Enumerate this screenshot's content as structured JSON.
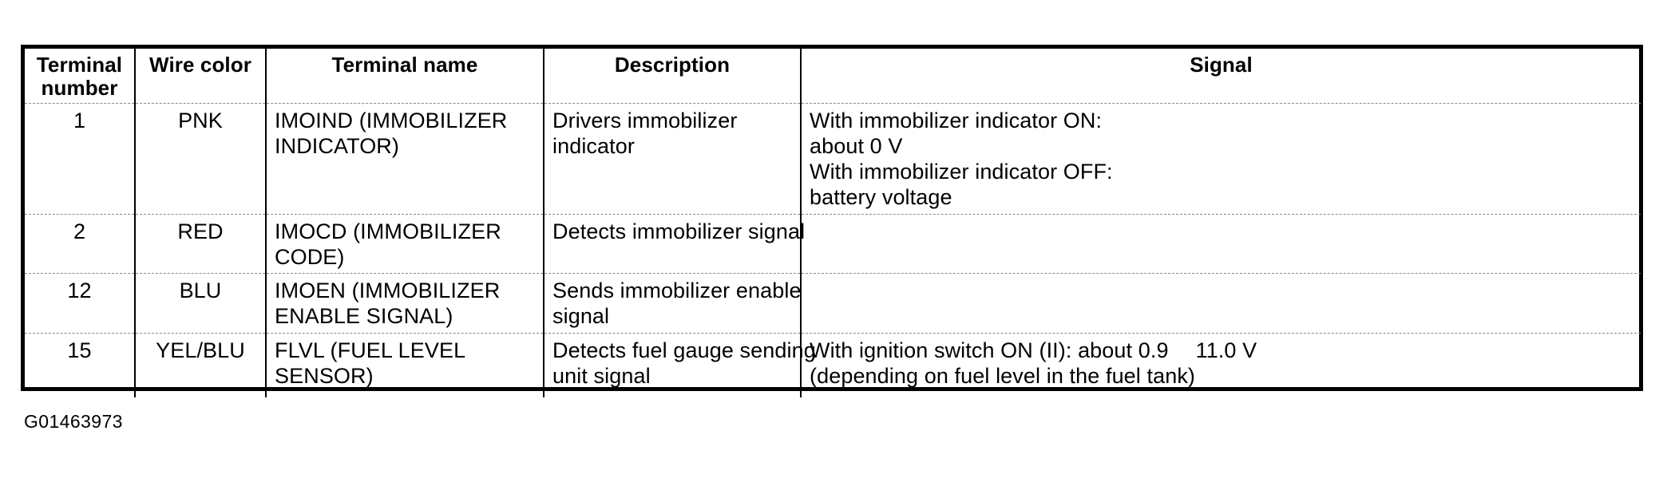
{
  "table": {
    "columns": [
      {
        "key": "terminal_number",
        "label": "Terminal\nnumber",
        "label_line1": "Terminal",
        "label_line2": "number"
      },
      {
        "key": "wire_color",
        "label": "Wire color"
      },
      {
        "key": "terminal_name",
        "label": "Terminal name"
      },
      {
        "key": "description",
        "label": "Description"
      },
      {
        "key": "signal",
        "label": "Signal"
      }
    ],
    "headers": {
      "terminal_number_l1": "Terminal",
      "terminal_number_l2": "number",
      "wire_color": "Wire color",
      "terminal_name": "Terminal name",
      "description": "Description",
      "signal": "Signal"
    },
    "rows": [
      {
        "terminal_number": "1",
        "wire_color": "PNK",
        "terminal_name_l1": "IMOIND (IMMOBILIZER",
        "terminal_name_l2": "INDICATOR)",
        "description_l1": "Drivers immobilizer",
        "description_l2": "indicator",
        "signal_l1": "With immobilizer indicator ON:",
        "signal_l2": "about 0 V",
        "signal_l3": "With immobilizer indicator OFF:",
        "signal_l4": "battery voltage"
      },
      {
        "terminal_number": "2",
        "wire_color": "RED",
        "terminal_name_l1": "IMOCD (IMMOBILIZER",
        "terminal_name_l2": "CODE)",
        "description_l1": "Detects immobilizer signal",
        "description_l2": "",
        "signal_l1": "",
        "signal_l2": "",
        "signal_l3": "",
        "signal_l4": ""
      },
      {
        "terminal_number": "12",
        "wire_color": "BLU",
        "terminal_name_l1": "IMOEN (IMMOBILIZER",
        "terminal_name_l2": "ENABLE SIGNAL)",
        "description_l1": "Sends immobilizer enable",
        "description_l2": "signal",
        "signal_l1": "",
        "signal_l2": "",
        "signal_l3": "",
        "signal_l4": ""
      },
      {
        "terminal_number": "15",
        "wire_color": "YEL/BLU",
        "terminal_name_l1": "FLVL (FUEL LEVEL",
        "terminal_name_l2": "SENSOR)",
        "description_l1": "Detects fuel gauge sending",
        "description_l2": "unit signal",
        "signal_l1_a": "With ignition switch ON (II): about 0.9",
        "signal_l1_b": "11.0 V",
        "signal_l2": "(depending on fuel level in the fuel tank)",
        "signal_l3": "",
        "signal_l4": ""
      }
    ]
  },
  "figure": {
    "id": "G01463973"
  },
  "colors": {
    "text": "#000000",
    "background": "#ffffff",
    "border": "#000000",
    "row_divider": "#8a8a8a"
  }
}
